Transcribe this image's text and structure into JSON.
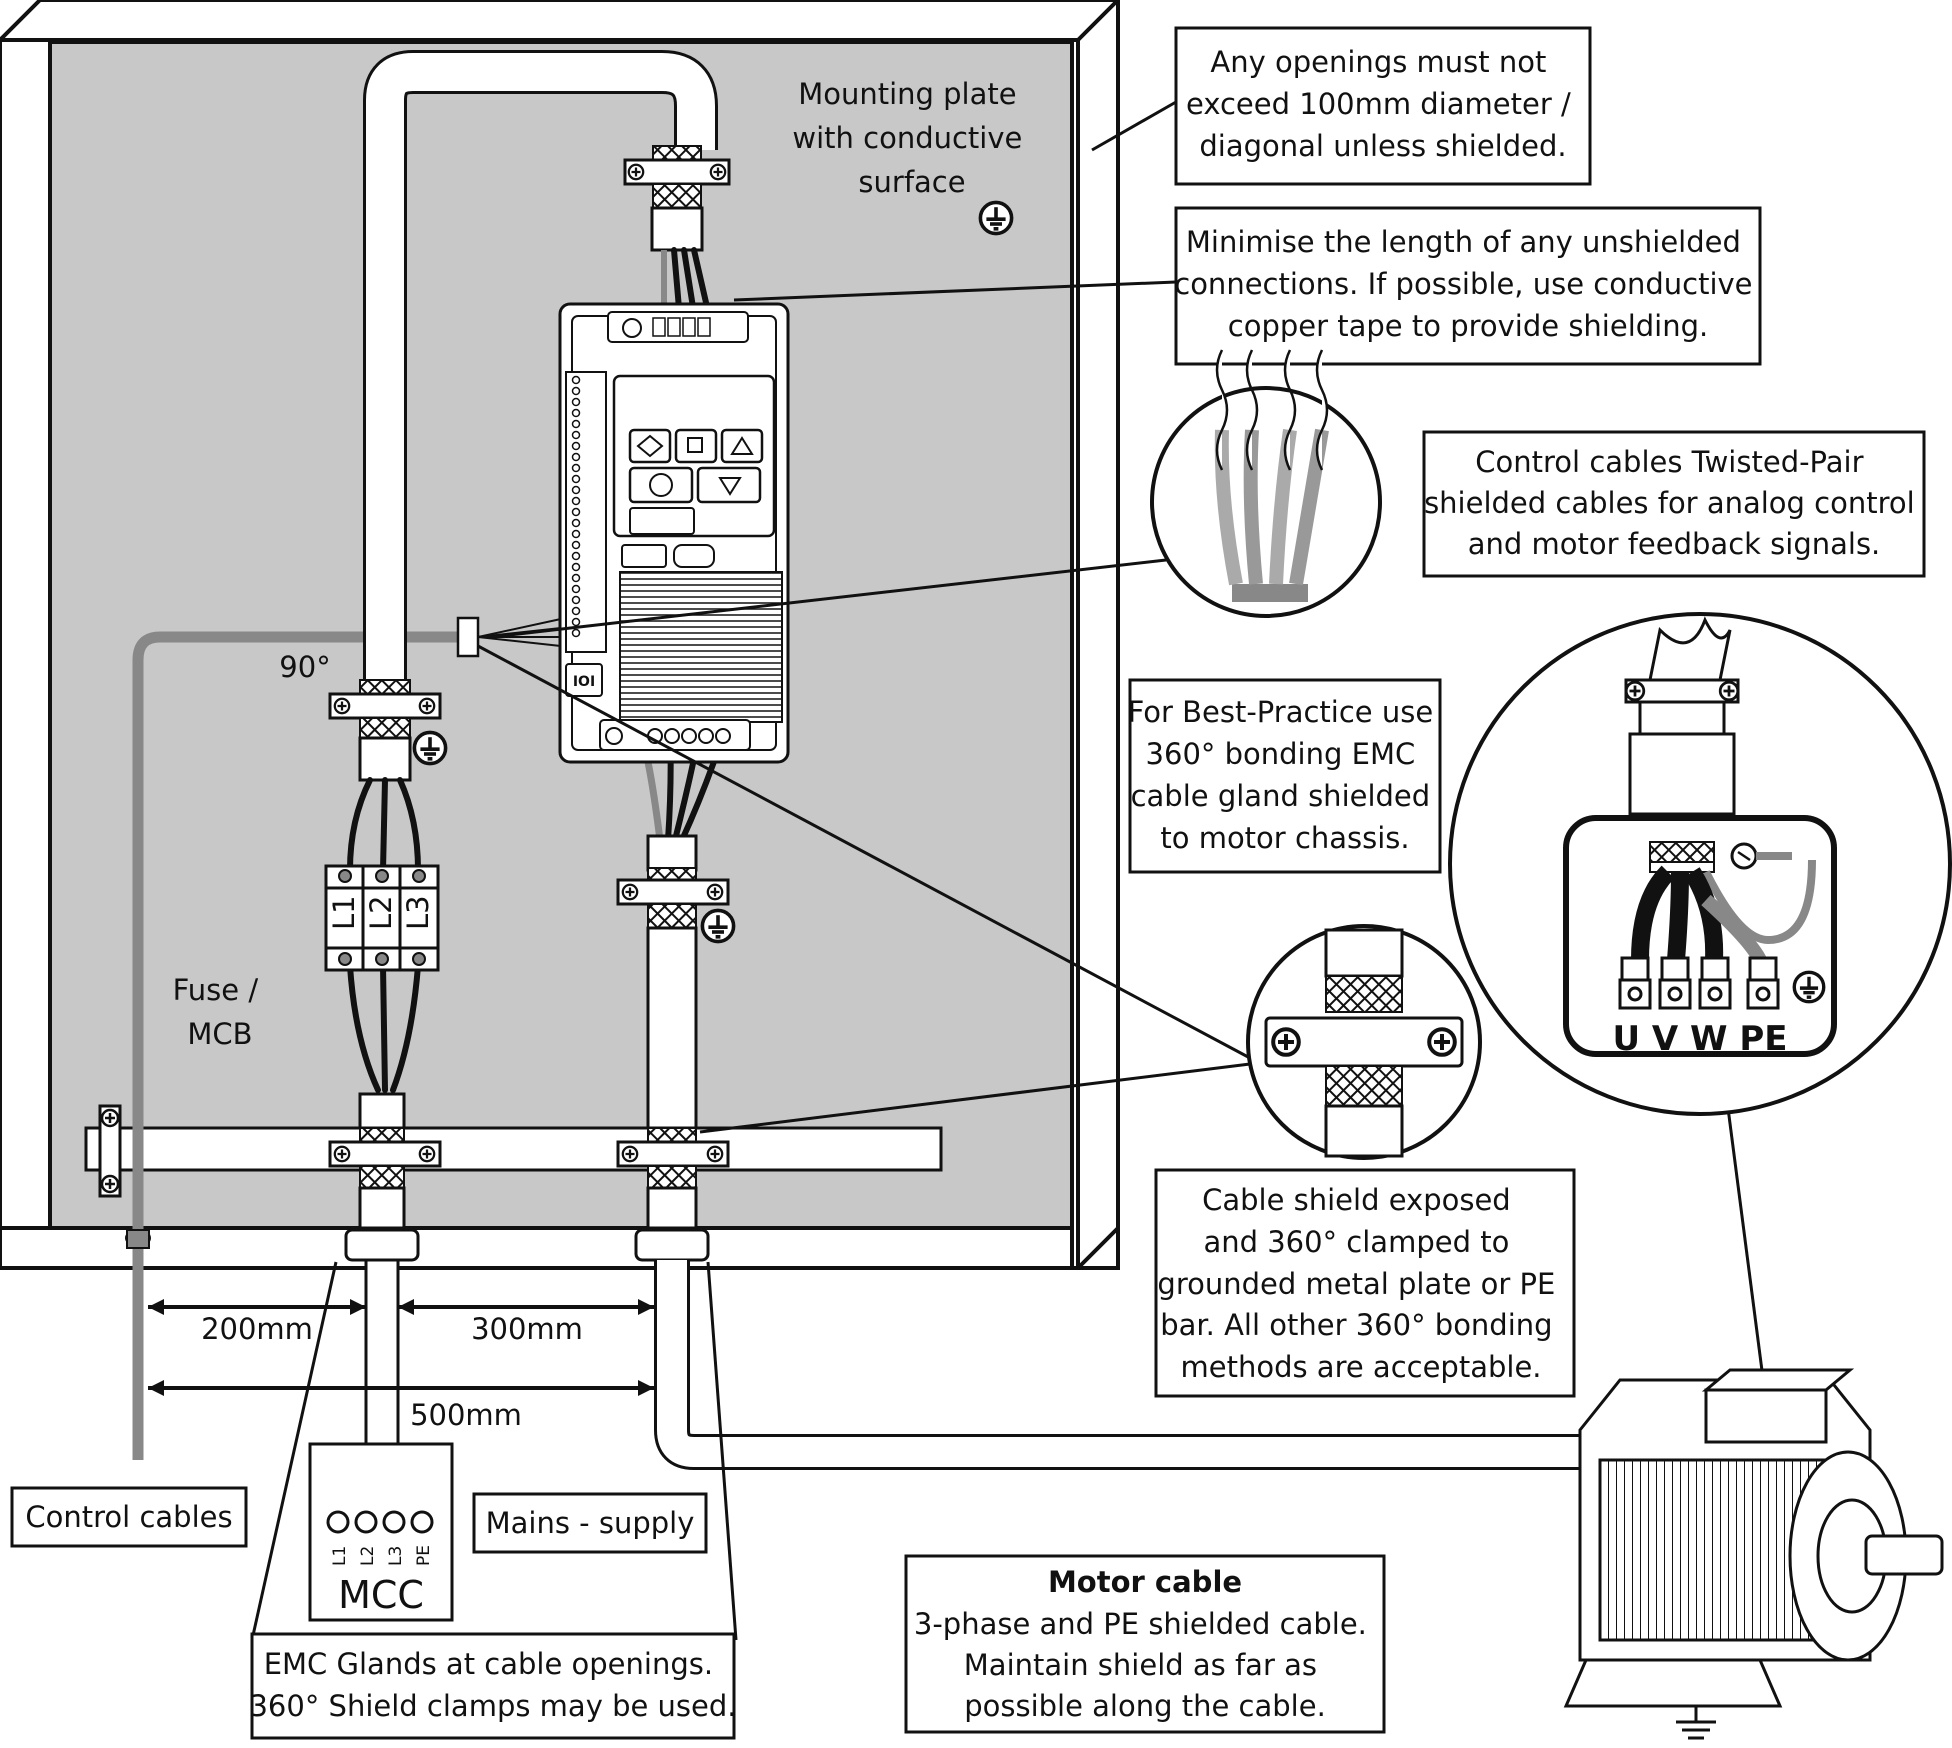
{
  "labels": {
    "mounting_plate": [
      "Mounting plate",
      "with conductive",
      "surface"
    ],
    "openings_note": [
      "Any openings must not",
      "exceed 100mm diameter /",
      "diagonal unless shielded."
    ],
    "unshielded_note": [
      "Minimise the length of any unshielded",
      "connections. If possible, use conductive",
      "copper tape to provide shielding."
    ],
    "control_cables_note": [
      "Control cables Twisted-Pair",
      "shielded cables for analog control",
      "and motor feedback signals."
    ],
    "best_practice_note": [
      "For Best-Practice use",
      "360° bonding EMC",
      "cable gland shielded",
      "to motor chassis."
    ],
    "shield_clamp_note": [
      "Cable shield exposed",
      "and 360° clamped to",
      "grounded metal plate or PE",
      "bar. All other 360° bonding",
      "methods are acceptable."
    ],
    "motor_cable_title": "Motor cable",
    "motor_cable_note": [
      "3-phase and PE shielded cable.",
      "Maintain shield as far as",
      "possible along the cable."
    ],
    "emc_glands_note": [
      "EMC Glands at cable openings.",
      "360° Shield clamps may be used."
    ],
    "angle": "90°",
    "fuse": [
      "Fuse /",
      "MCB"
    ],
    "fuse_poles": [
      "L1",
      "L2",
      "L3"
    ],
    "dim_200": "200mm",
    "dim_300": "300mm",
    "dim_500": "500mm",
    "control_cables": "Control cables",
    "mains_supply": "Mains - supply",
    "mcc_terminals": [
      "L1",
      "L2",
      "L3",
      "PE"
    ],
    "mcc": "MCC",
    "motor_terminals": "U V W PE"
  },
  "colors": {
    "mounting_plate": "#c8c8c8",
    "line": "#111111",
    "control_cable_grey": "#888888",
    "background": "#ffffff"
  },
  "icons": [
    "earth-ground-icon",
    "cable-clamp-icon",
    "emc-gland-icon",
    "drive-keypad-icon",
    "motor-icon"
  ]
}
